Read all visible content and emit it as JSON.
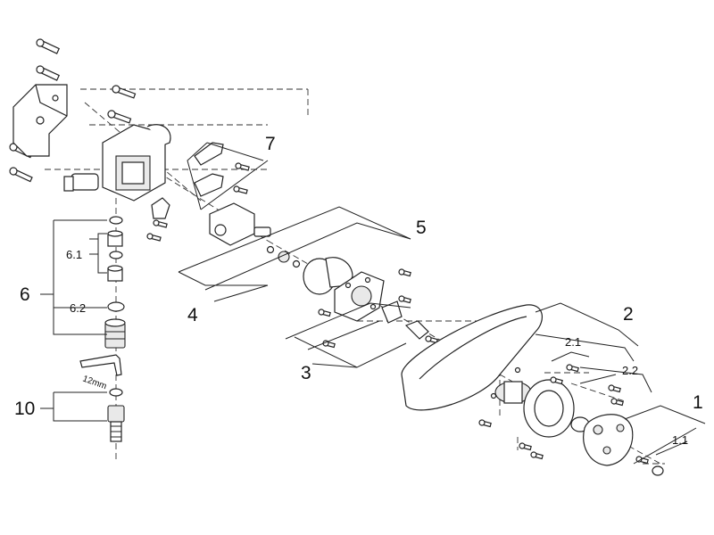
{
  "callouts": {
    "c1": "1",
    "c1_1": "1.1",
    "c2": "2",
    "c2_1": "2.1",
    "c2_2": "2.2",
    "c3": "3",
    "c4": "4",
    "c5": "5",
    "c6": "6",
    "c6_1": "6.1",
    "c6_2": "6.2",
    "c7": "7",
    "c10": "10"
  },
  "wrench_label": "12mm"
}
